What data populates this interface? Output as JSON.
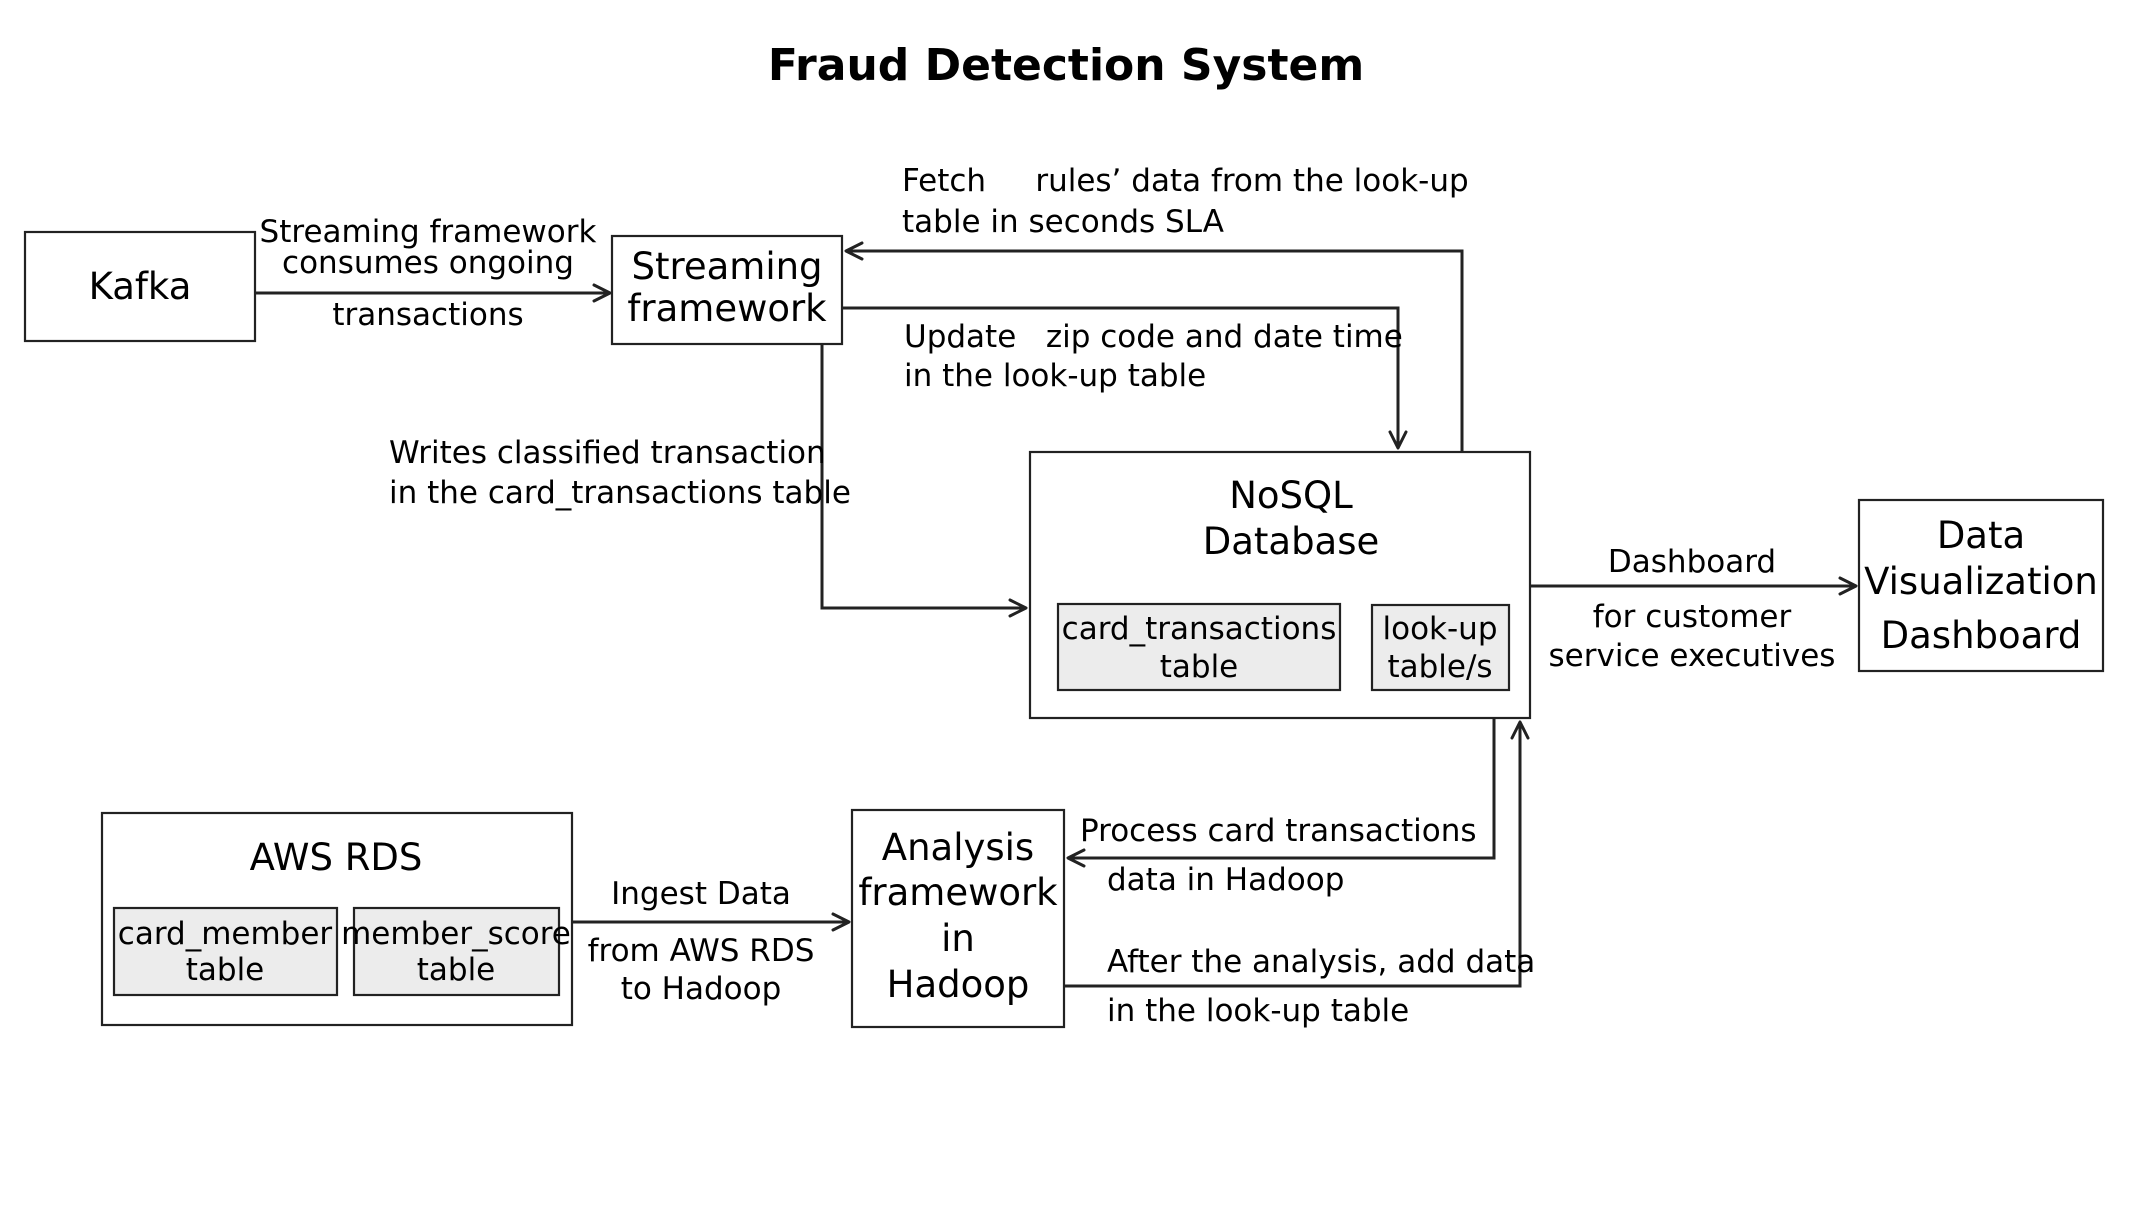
{
  "title": "Fraud Detection System",
  "nodes": {
    "kafka": {
      "label": "Kafka"
    },
    "streaming": {
      "label": [
        "Streaming",
        "framework"
      ]
    },
    "nosql": {
      "label": [
        "NoSQL",
        "Database"
      ],
      "tables": {
        "card_transactions": [
          "card_transactions",
          "table"
        ],
        "lookup": [
          "look-up",
          "table/s"
        ]
      }
    },
    "dashboard": {
      "label": [
        "Data",
        "Visualization",
        "Dashboard"
      ]
    },
    "aws_rds": {
      "label": "AWS RDS",
      "tables": {
        "card_member": [
          "card_member",
          "table"
        ],
        "member_score": [
          "member_score",
          "table"
        ]
      }
    },
    "analysis": {
      "label": [
        "Analysis",
        "framework",
        "in",
        "Hadoop"
      ]
    }
  },
  "edges": {
    "kafka_to_streaming": [
      "Streaming framework",
      "consumes ongoing",
      "transactions"
    ],
    "fetch_rules": [
      "Fetch     rules’ data from the look-up",
      "table in seconds SLA"
    ],
    "update_lookup": [
      "Update   zip code and date time",
      "in the look-up table"
    ],
    "write_transactions": [
      "Writes classified transaction",
      "in the card_transactions table"
    ],
    "to_dashboard": [
      "Dashboard",
      "for customer",
      "service executives"
    ],
    "process_transactions": [
      "Process card transactions",
      "data in Hadoop"
    ],
    "ingest_data": [
      "Ingest Data",
      "from AWS RDS",
      "to Hadoop"
    ],
    "add_lookup": [
      "After the analysis, add data",
      "in the look-up table"
    ]
  }
}
